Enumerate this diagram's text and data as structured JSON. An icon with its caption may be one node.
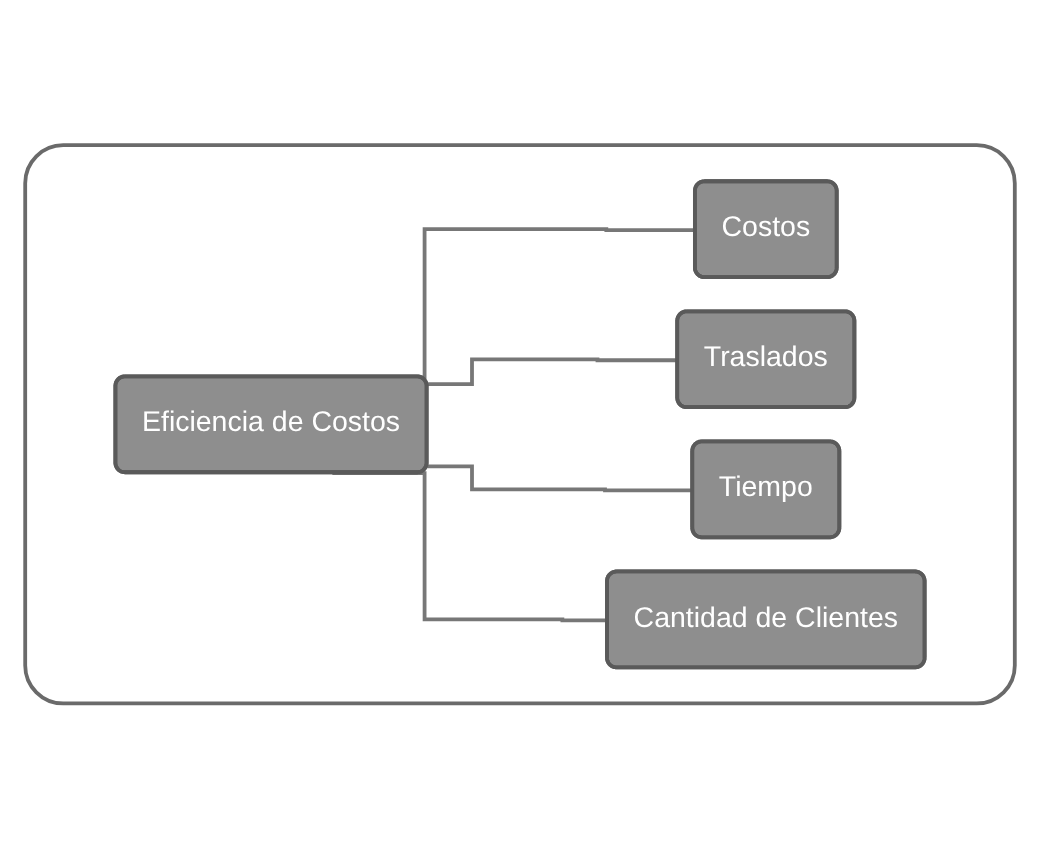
{
  "diagram": {
    "nodes": [
      {
        "text": [],
        "shape": "box"
      },
      {
        "text": [
          "Eficiencia de Costos"
        ],
        "in": 0
      },
      {
        "text": [
          "Costos"
        ],
        "in": 0
      },
      {
        "text": [
          "Traslados"
        ],
        "in": 0
      },
      {
        "text": [
          "Tiempo"
        ],
        "in": 0
      },
      {
        "text": [
          "Cantidad de Clientes"
        ],
        "in": 0
      }
    ],
    "edges": [
      {
        "from": 1,
        "to": 2,
        "arrow": "none"
      },
      {
        "from": 1,
        "to": 3,
        "arrow": "none"
      },
      {
        "from": 1,
        "to": 4,
        "arrow": "none"
      },
      {
        "from": 1,
        "to": 5,
        "arrow": "none"
      }
    ]
  }
}
